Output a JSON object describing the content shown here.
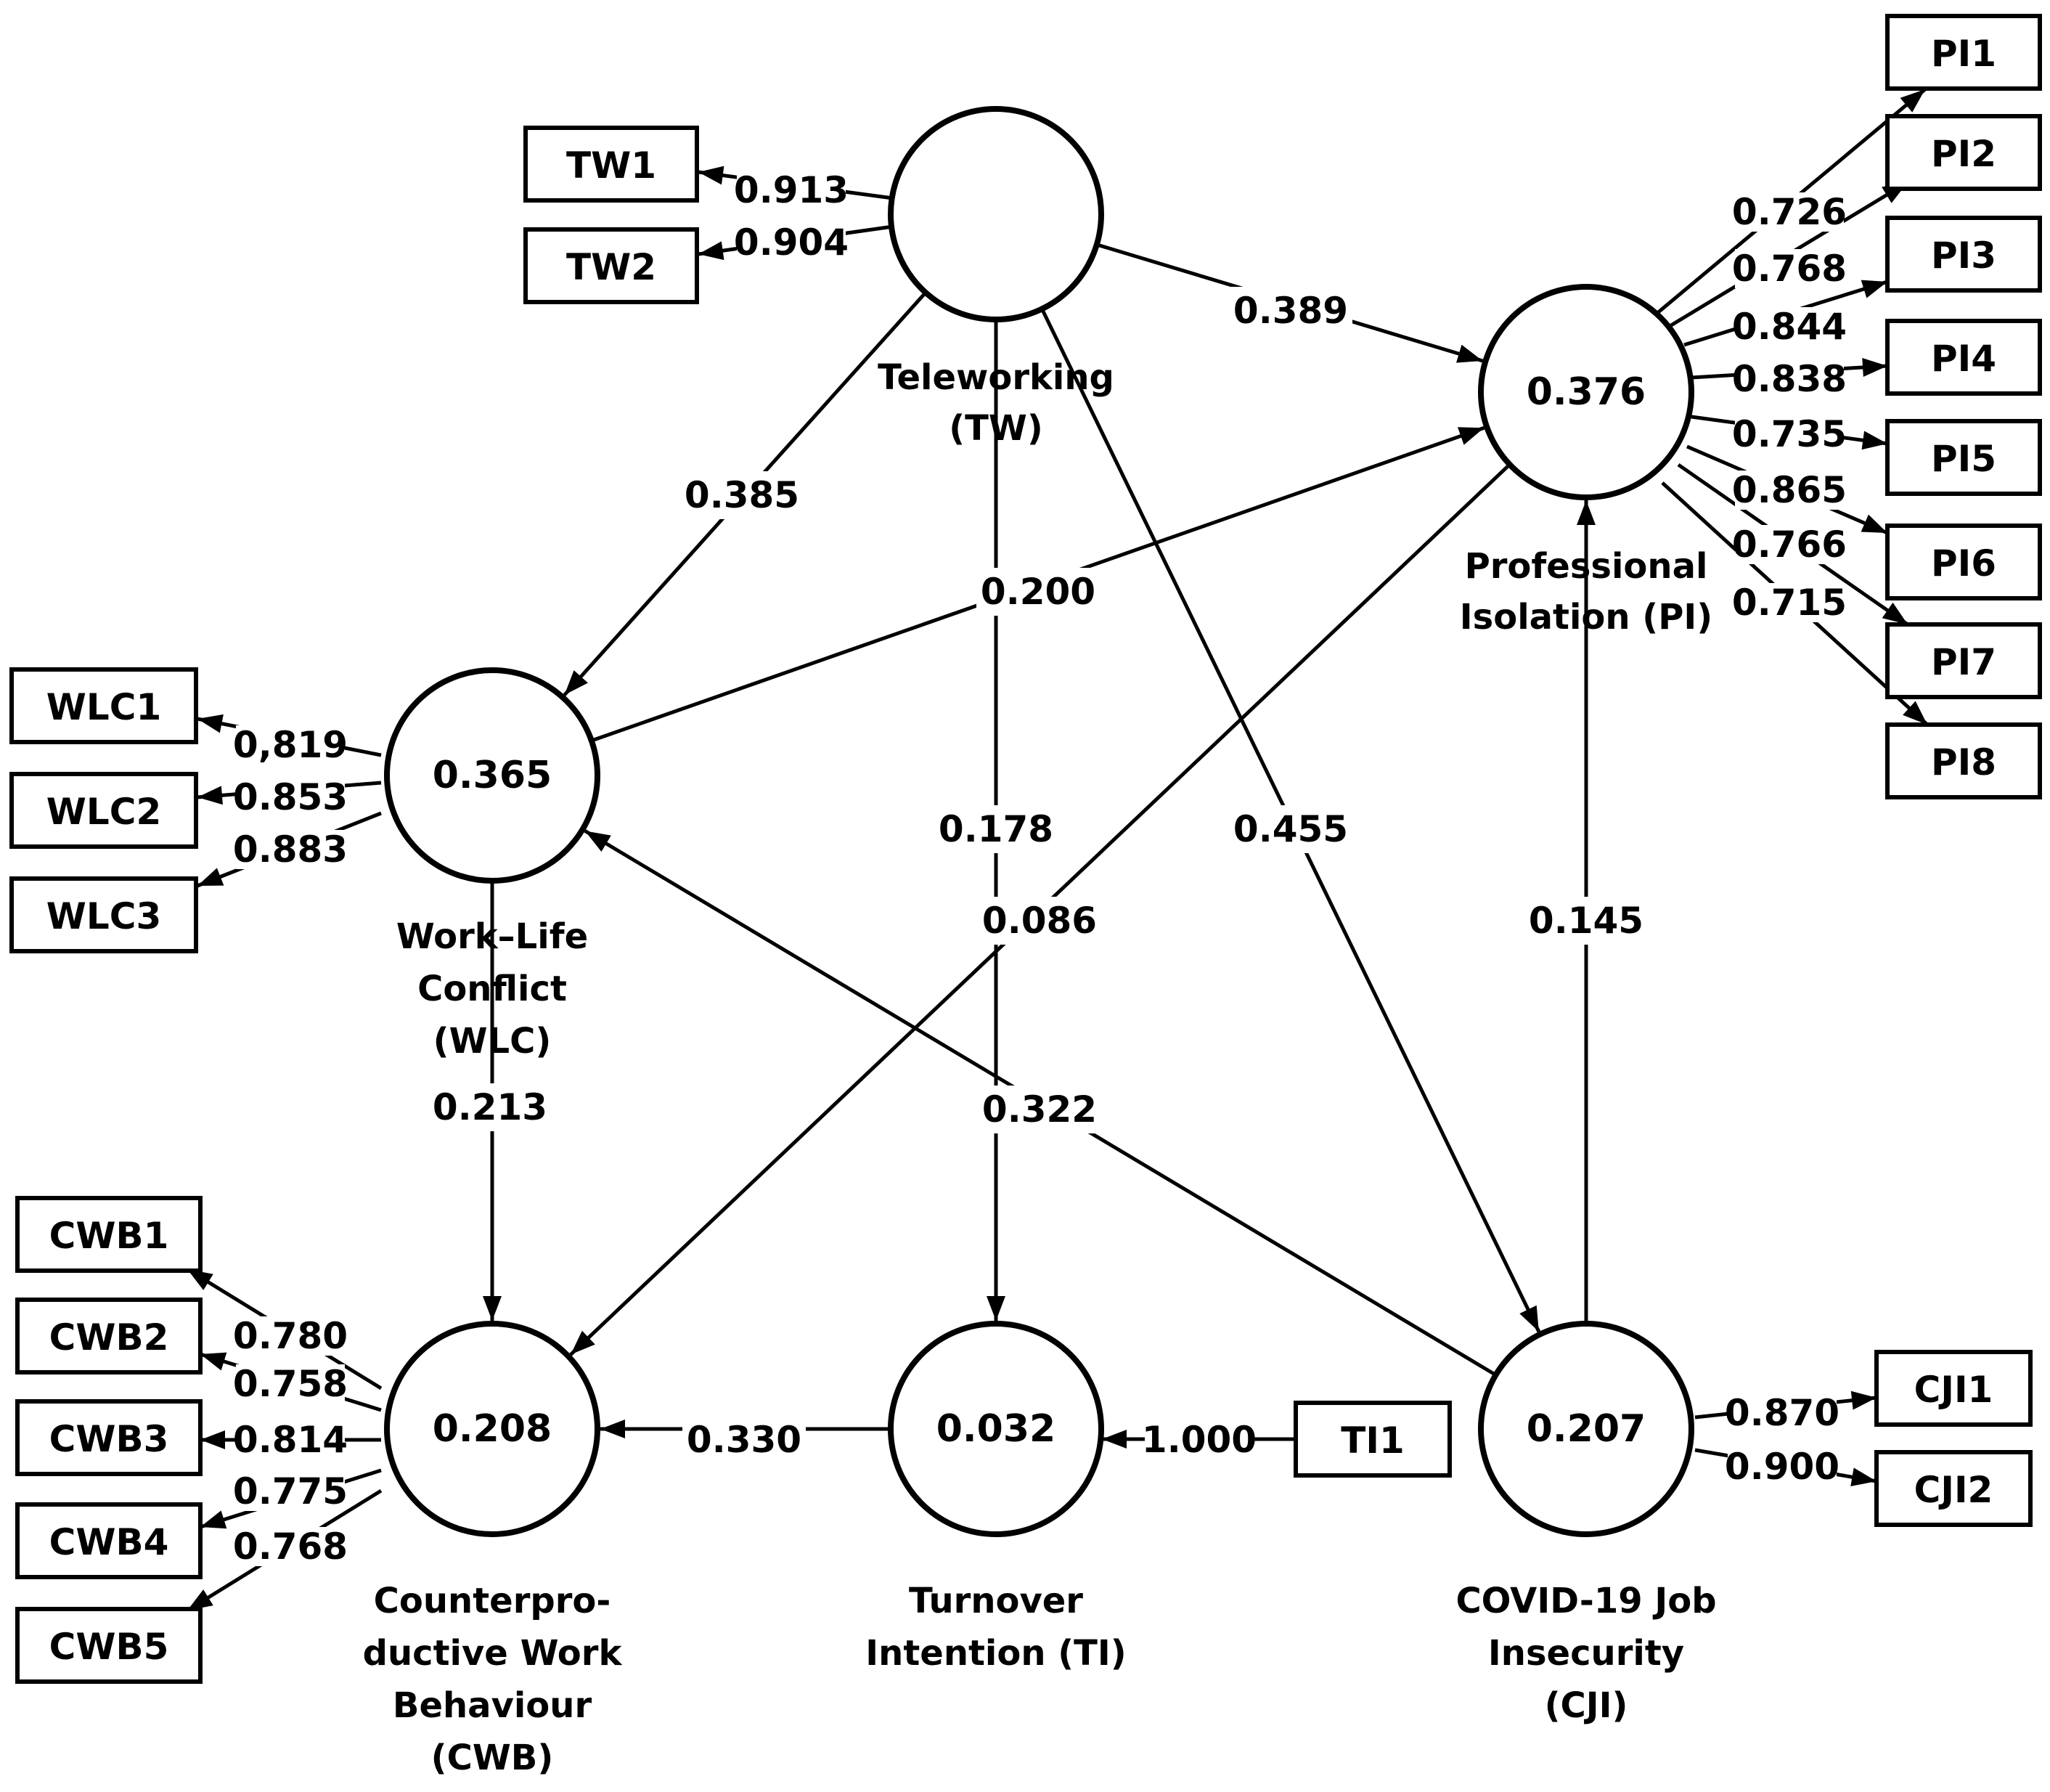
{
  "constructs": [
    {
      "id": "TW",
      "name_lines": [
        "Teleworking",
        "(TW)"
      ],
      "r2": ""
    },
    {
      "id": "PI",
      "name_lines": [
        "Professional",
        "Isolation (PI)"
      ],
      "r2": "0.376"
    },
    {
      "id": "WLC",
      "name_lines": [
        "Work–Life",
        "Conflict",
        "(WLC)"
      ],
      "r2": "0.365"
    },
    {
      "id": "CWB",
      "name_lines": [
        "Counterpro-",
        "ductive Work",
        "Behaviour",
        "(CWB)"
      ],
      "r2": "0.208"
    },
    {
      "id": "TI",
      "name_lines": [
        "Turnover",
        "Intention (TI)"
      ],
      "r2": "0.032"
    },
    {
      "id": "CJI",
      "name_lines": [
        "COVID-19 Job",
        "Insecurity",
        "(CJI)"
      ],
      "r2": "0.207"
    }
  ],
  "paths": [
    {
      "from": "TW",
      "to": "PI",
      "coef": "0.389"
    },
    {
      "from": "TW",
      "to": "WLC",
      "coef": "0.385"
    },
    {
      "from": "TW",
      "to": "TI",
      "coef": "0.178"
    },
    {
      "from": "TW",
      "to": "CJI",
      "coef": "0.455"
    },
    {
      "from": "WLC",
      "to": "PI",
      "coef": "0.200"
    },
    {
      "from": "PI",
      "to": "CWB",
      "coef": "0.086"
    },
    {
      "from": "CJI",
      "to": "PI",
      "coef": "0.145"
    },
    {
      "from": "CJI",
      "to": "WLC",
      "coef": "0.322"
    },
    {
      "from": "WLC",
      "to": "CWB",
      "coef": "0.213"
    },
    {
      "from": "TI",
      "to": "CWB",
      "coef": "0.330"
    }
  ],
  "indicators": [
    {
      "name": "TW1",
      "construct": "TW",
      "loading": "0.913"
    },
    {
      "name": "TW2",
      "construct": "TW",
      "loading": "0.904"
    },
    {
      "name": "PI1",
      "construct": "PI",
      "loading": "0.726"
    },
    {
      "name": "PI2",
      "construct": "PI",
      "loading": "0.768"
    },
    {
      "name": "PI3",
      "construct": "PI",
      "loading": "0.844"
    },
    {
      "name": "PI4",
      "construct": "PI",
      "loading": "0.838"
    },
    {
      "name": "PI5",
      "construct": "PI",
      "loading": "0.735"
    },
    {
      "name": "PI6",
      "construct": "PI",
      "loading": "0.865"
    },
    {
      "name": "PI7",
      "construct": "PI",
      "loading": "0.766"
    },
    {
      "name": "PI8",
      "construct": "PI",
      "loading": "0.715"
    },
    {
      "name": "WLC1",
      "construct": "WLC",
      "loading": "0,819"
    },
    {
      "name": "WLC2",
      "construct": "WLC",
      "loading": "0.853"
    },
    {
      "name": "WLC3",
      "construct": "WLC",
      "loading": "0.883"
    },
    {
      "name": "CWB1",
      "construct": "CWB",
      "loading": "0.780"
    },
    {
      "name": "CWB2",
      "construct": "CWB",
      "loading": "0.758"
    },
    {
      "name": "CWB3",
      "construct": "CWB",
      "loading": "0.814"
    },
    {
      "name": "CWB4",
      "construct": "CWB",
      "loading": "0.775"
    },
    {
      "name": "CWB5",
      "construct": "CWB",
      "loading": "0.768"
    },
    {
      "name": "TI1",
      "construct": "TI",
      "loading": "1.000"
    },
    {
      "name": "CJI1",
      "construct": "CJI",
      "loading": "0.870"
    },
    {
      "name": "CJI2",
      "construct": "CJI",
      "loading": "0.900"
    }
  ]
}
